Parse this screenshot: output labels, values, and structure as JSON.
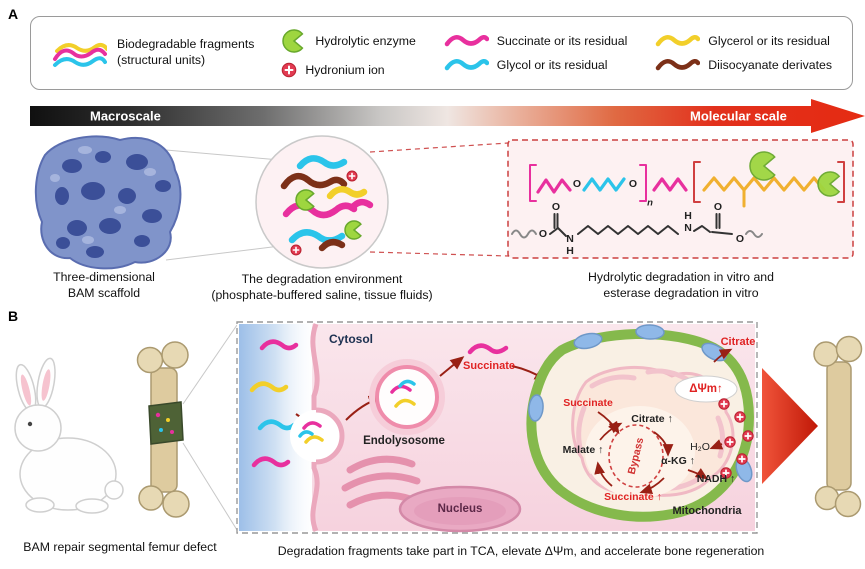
{
  "panel_a": {
    "label": "A",
    "legend": {
      "fragments1": "Biodegradable fragments",
      "fragments2": "(structural units)",
      "enzyme": "Hydrolytic enzyme",
      "hydronium": "Hydronium ion",
      "succinate": "Succinate or its residual",
      "glycol": "Glycol or its residual",
      "glycerol": "Glycerol or its residual",
      "diisocyanate": "Diisocyanate derivates"
    },
    "scale": {
      "macro": "Macroscale",
      "molecular": "Molecular scale"
    },
    "captions": {
      "scaffold1": "Three-dimensional",
      "scaffold2": "BAM scaffold",
      "env1": "The degradation environment",
      "env2": "(phosphate-buffered saline, tissue fluids)",
      "deg1": "Hydrolytic degradation in vitro and",
      "deg2": "esterase degradation in vitro"
    },
    "chem_atoms": {
      "o1": "O",
      "o2": "O",
      "sub_n": "n",
      "o3": "O",
      "o4": "O",
      "n1": "N",
      "h1": "H",
      "n2": "N",
      "h2": "H",
      "o5": "O",
      "o6": "O"
    }
  },
  "panel_b": {
    "label": "B",
    "cell": {
      "cytosol": "Cytosol",
      "succinate_free": "Succinate",
      "endolysosome": "Endolysosome",
      "nucleus": "Nucleus",
      "citrate_export": "Citrate",
      "delta_psi": "ΔΨm↑",
      "succinate_membrane": "Succinate",
      "citrate_up": "Citrate ↑",
      "malate_up": "Malate ↑",
      "bypass": "Bypass",
      "akg_up": "α-KG ↑",
      "succinate_up": "Succinate ↑",
      "h2o": "H₂O",
      "nadh_up": "NADH ↑",
      "mitochondria": "Mitochondria"
    },
    "captions": {
      "left": "BAM repair segmental femur defect",
      "bottom": "Degradation fragments take part in TCA, elevate ΔΨm, and accelerate bone regeneration"
    }
  },
  "colors": {
    "succinate_pink": "#e8309e",
    "glycol_cyan": "#2bc4ea",
    "glycerol_yellow": "#f2cf2a",
    "diisocyanate_brown": "#7c3018",
    "enzyme_green": "#9ed63f",
    "hydronium_red": "#e23b52",
    "scale_red": "#e52b12",
    "scaffold_blue": "#8094ca",
    "mitochondria_green": "#85b94c",
    "arrow_red": "#d42314"
  }
}
